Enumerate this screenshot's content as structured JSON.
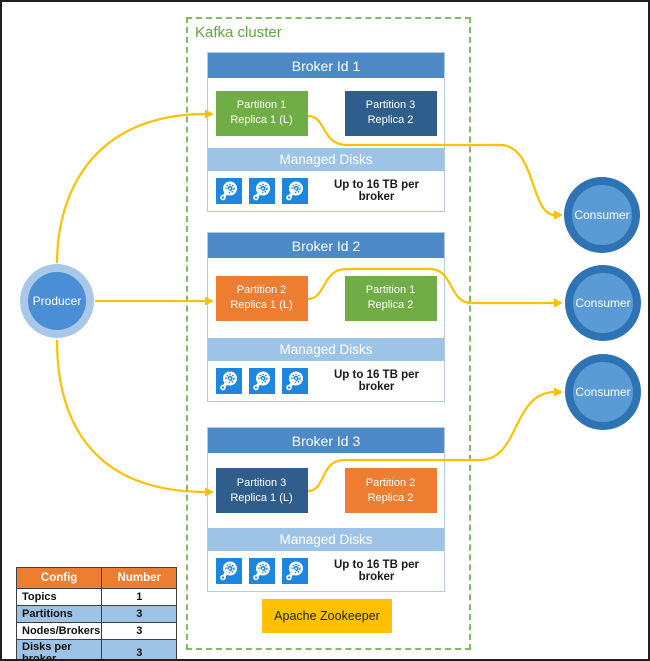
{
  "cluster": {
    "label": "Kafka cluster"
  },
  "brokers": [
    {
      "title": "Broker Id 1",
      "partitions": [
        {
          "line1": "Partition 1",
          "line2": "Replica 1 (L)",
          "color": "green"
        },
        {
          "line1": "Partition 3",
          "line2": "Replica 2",
          "color": "darkblue"
        }
      ],
      "disks_title": "Managed Disks",
      "disks_note": "Up to 16 TB per broker",
      "disk_count": 3
    },
    {
      "title": "Broker Id 2",
      "partitions": [
        {
          "line1": "Partition 2",
          "line2": "Replica 1 (L)",
          "color": "orange"
        },
        {
          "line1": "Partition 1",
          "line2": "Replica 2",
          "color": "green"
        }
      ],
      "disks_title": "Managed Disks",
      "disks_note": "Up to 16 TB per broker",
      "disk_count": 3
    },
    {
      "title": "Broker Id 3",
      "partitions": [
        {
          "line1": "Partition 3",
          "line2": "Replica 1 (L)",
          "color": "darkblue"
        },
        {
          "line1": "Partition 2",
          "line2": "Replica 2",
          "color": "orange"
        }
      ],
      "disks_title": "Managed Disks",
      "disks_note": "Up to 16 TB per broker",
      "disk_count": 3
    }
  ],
  "producer": {
    "label": "Producer"
  },
  "consumers": [
    {
      "label": "Consumer"
    },
    {
      "label": "Consumer"
    },
    {
      "label": "Consumer"
    }
  ],
  "zookeeper": {
    "label": "Apache Zookeeper"
  },
  "config_table": {
    "headers": [
      "Config",
      "Number"
    ],
    "rows": [
      [
        "Topics",
        "1"
      ],
      [
        "Partitions",
        "3"
      ],
      [
        "Nodes/Brokers",
        "3"
      ],
      [
        "Disks per broker",
        "3"
      ]
    ]
  },
  "colors": {
    "broker_header_blue": "#4c89c6",
    "partition_green": "#70ad47",
    "partition_dark_blue": "#305e8c",
    "partition_orange": "#ed7d31",
    "managed_disks_bar": "#9dc3e6",
    "disk_icon_blue": "#1d86dd",
    "producer_outer": "#a9c8e9",
    "producer_inner": "#4a8fd6",
    "consumer_outer": "#2e74b5",
    "consumer_inner": "#5b9bd5",
    "zookeeper_gold": "#ffc000",
    "arrow_gold": "#ffc000",
    "table_header_orange": "#ed7d31",
    "table_alt_row_blue": "#9dc3e6",
    "cluster_border_green": "#7fbe60",
    "cluster_label_green": "#5fa83c"
  }
}
